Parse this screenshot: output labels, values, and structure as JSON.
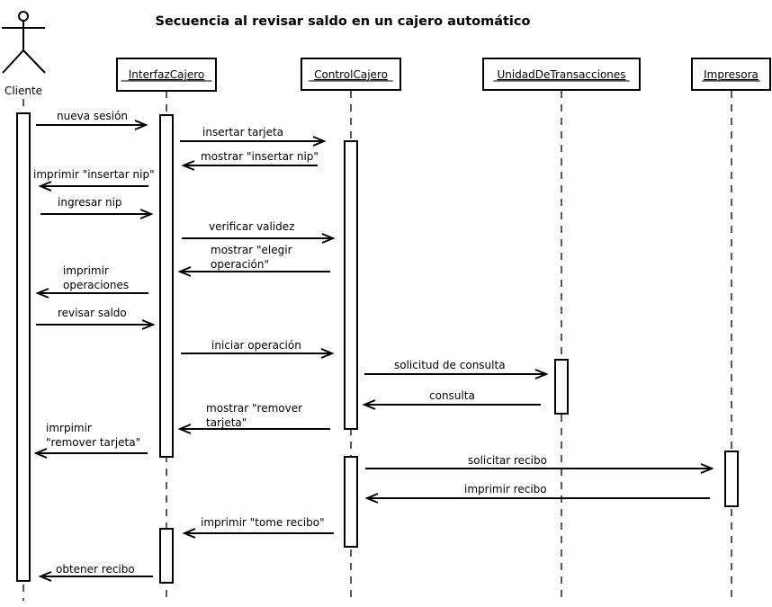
{
  "title": "Secuencia al revisar saldo en un cajero automático",
  "colors": {
    "line": "#000000",
    "background": "#ffffff"
  },
  "actor": {
    "name": "Cliente",
    "icon": "stick-figure-icon"
  },
  "participants": [
    {
      "id": "interfaz",
      "name": "InterfazCajero"
    },
    {
      "id": "control",
      "name": "ControlCajero"
    },
    {
      "id": "unidad",
      "name": "UnidadDeTransacciones"
    },
    {
      "id": "impresora",
      "name": "Impresora"
    }
  ],
  "messages": [
    {
      "from": "Cliente",
      "to": "InterfazCajero",
      "label": [
        "nueva sesión"
      ]
    },
    {
      "from": "InterfazCajero",
      "to": "ControlCajero",
      "label": [
        "insertar tarjeta"
      ]
    },
    {
      "from": "ControlCajero",
      "to": "InterfazCajero",
      "label": [
        "mostrar \"insertar nip\""
      ]
    },
    {
      "from": "InterfazCajero",
      "to": "Cliente",
      "label": [
        "imprimir \"insertar nip\""
      ]
    },
    {
      "from": "Cliente",
      "to": "InterfazCajero",
      "label": [
        "ingresar nip"
      ]
    },
    {
      "from": "InterfazCajero",
      "to": "ControlCajero",
      "label": [
        "verificar validez"
      ]
    },
    {
      "from": "ControlCajero",
      "to": "InterfazCajero",
      "label": [
        "mostrar \"elegir",
        "operación\""
      ]
    },
    {
      "from": "InterfazCajero",
      "to": "Cliente",
      "label": [
        "imprimir",
        "operaciones"
      ]
    },
    {
      "from": "Cliente",
      "to": "InterfazCajero",
      "label": [
        "revisar saldo"
      ]
    },
    {
      "from": "InterfazCajero",
      "to": "ControlCajero",
      "label": [
        "iniciar operación"
      ]
    },
    {
      "from": "ControlCajero",
      "to": "UnidadDeTransacciones",
      "label": [
        "solicitud de consulta"
      ]
    },
    {
      "from": "UnidadDeTransacciones",
      "to": "ControlCajero",
      "label": [
        "consulta"
      ]
    },
    {
      "from": "ControlCajero",
      "to": "InterfazCajero",
      "label": [
        "mostrar \"remover",
        "tarjeta\""
      ]
    },
    {
      "from": "InterfazCajero",
      "to": "Cliente",
      "label": [
        "imrpimir",
        "\"remover tarjeta\""
      ]
    },
    {
      "from": "ControlCajero",
      "to": "Impresora",
      "label": [
        "solicitar recibo"
      ]
    },
    {
      "from": "Impresora",
      "to": "ControlCajero",
      "label": [
        "imprimir recibo"
      ]
    },
    {
      "from": "ControlCajero",
      "to": "InterfazCajero",
      "label": [
        "imprimir \"tome recibo\""
      ]
    },
    {
      "from": "InterfazCajero",
      "to": "Cliente",
      "label": [
        "obtener recibo"
      ]
    }
  ]
}
